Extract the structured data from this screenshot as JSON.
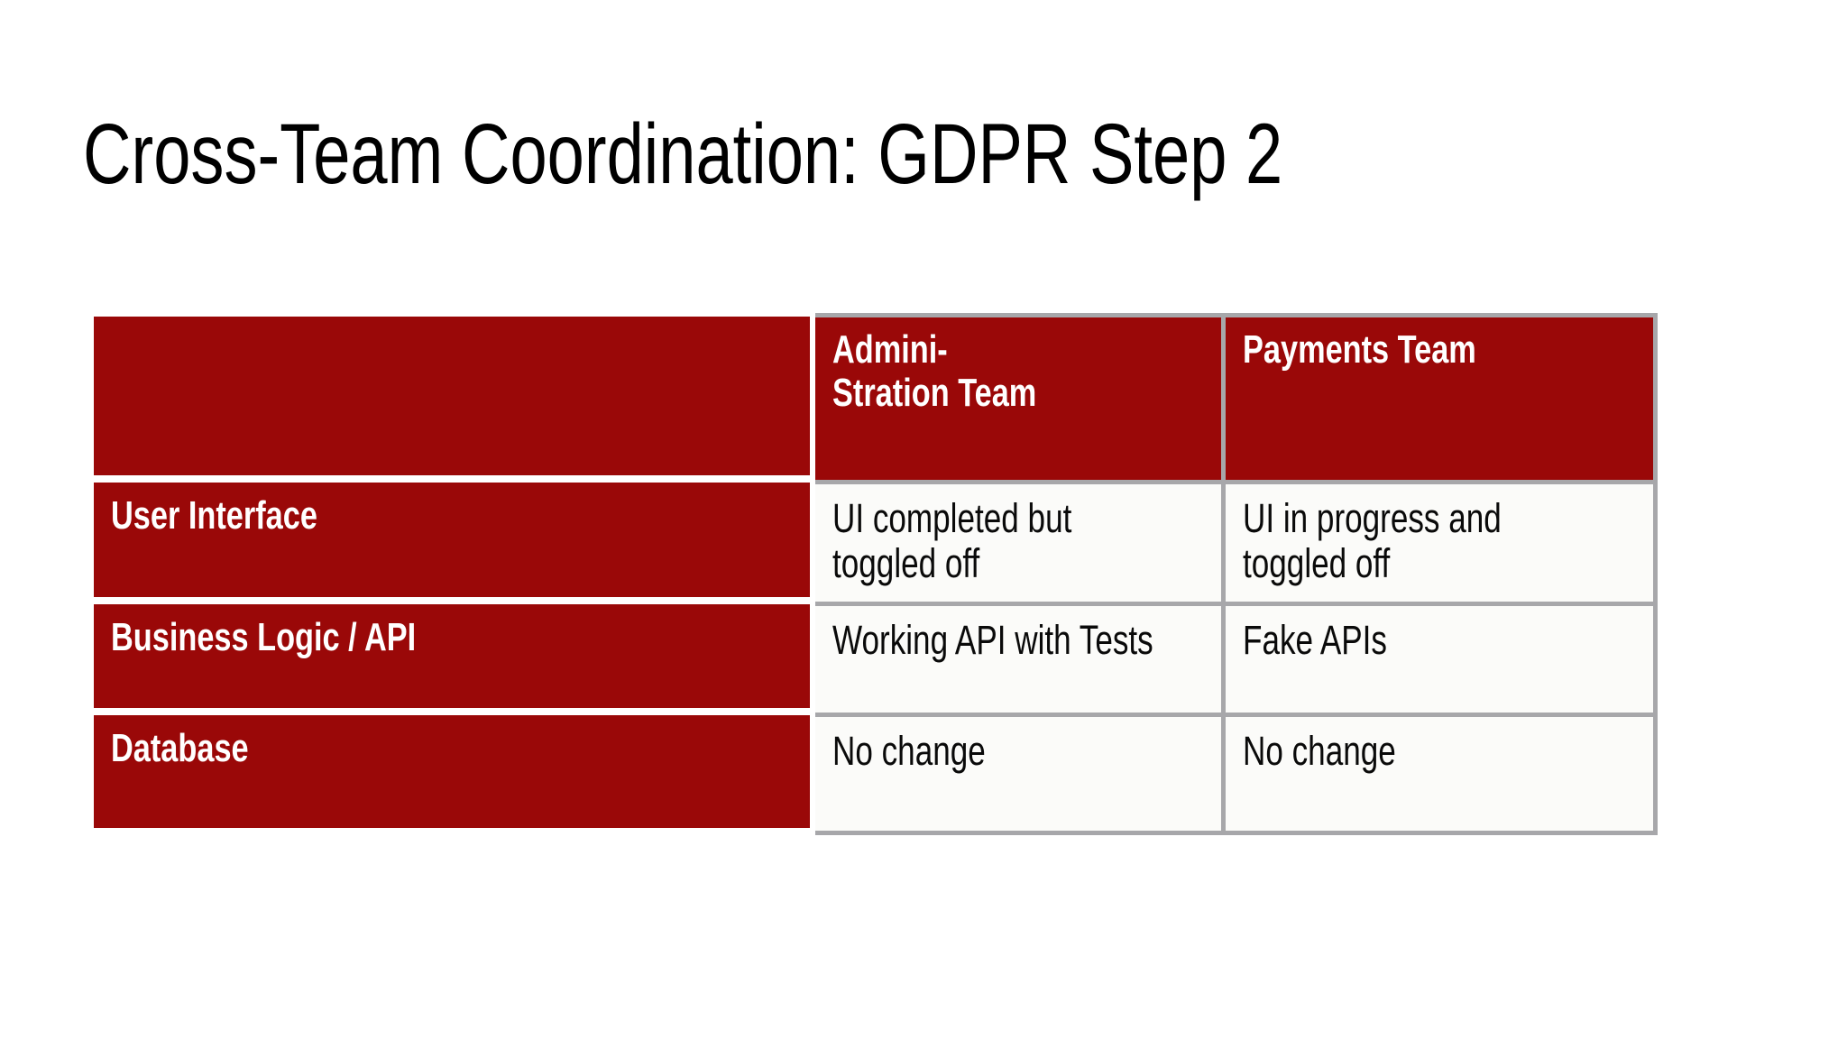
{
  "title": "Cross-Team Coordination: GDPR Step 2",
  "table": {
    "header": {
      "corner": "",
      "administration": "Admini-\nStration Team",
      "payments": "Payments Team"
    },
    "rows": [
      {
        "label": "User Interface",
        "administration": "UI completed but\ntoggled off",
        "payments": "UI in progress and\ntoggled off"
      },
      {
        "label": "Business Logic / API",
        "administration": "Working API with Tests",
        "payments": "Fake APIs"
      },
      {
        "label": "Database",
        "administration": "No change",
        "payments": "No change"
      }
    ]
  },
  "colors": {
    "background": "#ffffff",
    "accent_red": "#9a0808",
    "border_gray": "#a7a7aa",
    "data_cell_bg": "#fbfbf9",
    "header_text": "#ffffff",
    "body_text": "#0a0a0a"
  }
}
